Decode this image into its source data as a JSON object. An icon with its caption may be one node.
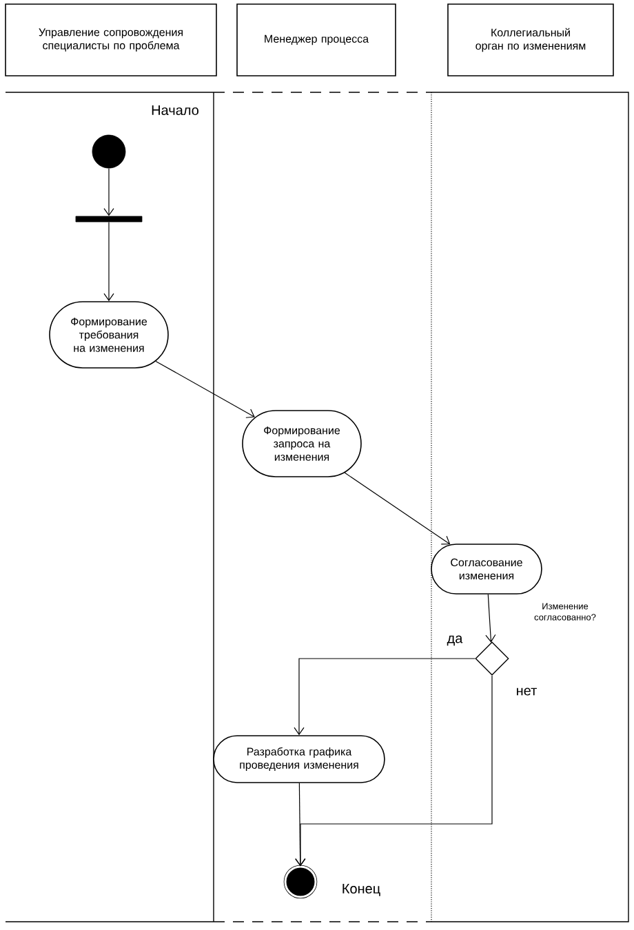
{
  "diagram": {
    "nodes": [
      {
        "text": [
          "Управление сопровождения специалисты по проблема"
        ]
      },
      {
        "text": [
          "Менеджер процесса"
        ]
      },
      {
        "text": [
          "Коллегиальный орган по изменениям"
        ]
      },
      {
        "text": [],
        "shape": "circle",
        "beside": [
          "Начало"
        ]
      },
      {
        "text": [],
        "shape": "bar"
      },
      {
        "text": [
          "Формирование требования на изменения"
        ]
      },
      {
        "text": [
          "Формирование запроса на изменения"
        ]
      },
      {
        "text": [
          "Согласование изменения"
        ]
      },
      {
        "text": [],
        "shape": "diamond"
      },
      {
        "text": [
          "Разработка графика проведения изменения"
        ]
      },
      {
        "text": [],
        "shape": "circle",
        "beside": [
          "Конец"
        ]
      }
    ],
    "edges": [
      {
        "from": 3,
        "to": 4,
        "arrow": "to"
      },
      {
        "from": 4,
        "to": 5,
        "arrow": "to"
      },
      {
        "from": 5,
        "to": 6,
        "arrow": "to"
      },
      {
        "from": 6,
        "to": 7,
        "arrow": "to"
      },
      {
        "from": 7,
        "to": 8,
        "arrow": "to"
      },
      {
        "from": 8,
        "to": 9,
        "arrow": "to",
        "label": "да"
      },
      {
        "from": 9,
        "to": 10,
        "arrow": "to"
      },
      {
        "from": 8,
        "to": 10,
        "arrow": "to",
        "label": "нет"
      }
    ],
    "labels": [
      "Изменение согласованно?"
    ]
  }
}
